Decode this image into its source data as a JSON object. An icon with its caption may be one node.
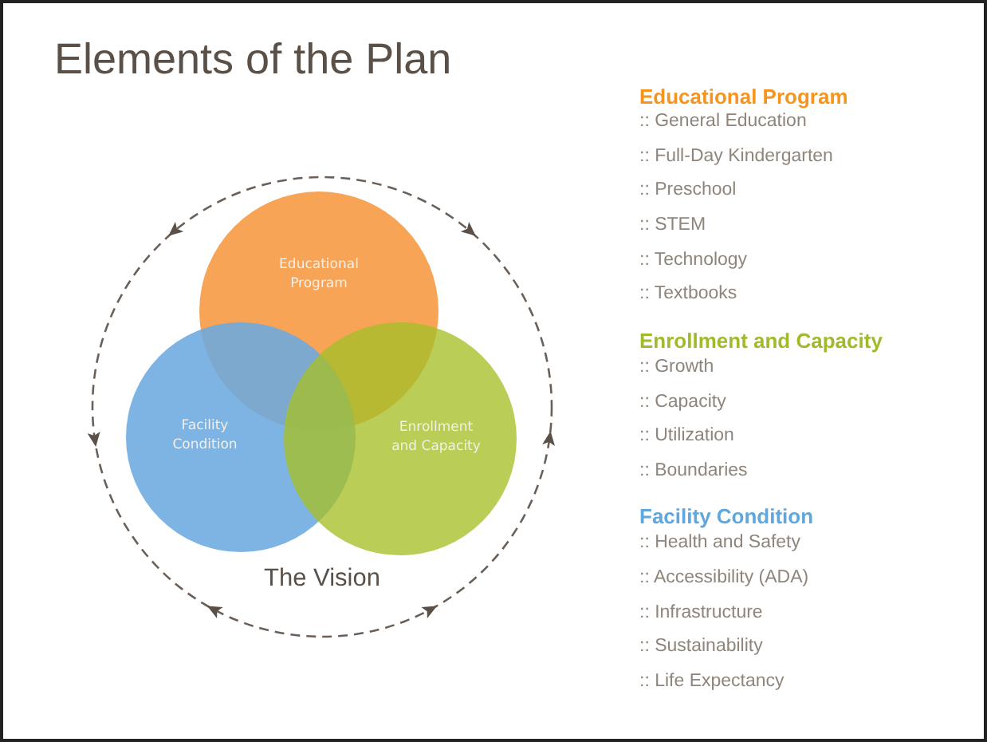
{
  "diagram": {
    "title": "Elements of the Plan",
    "nodes": [
      {
        "text": [
          "The Vision"
        ]
      },
      {
        "text": [
          "Educational Program"
        ],
        "in": 0
      },
      {
        "text": [
          "Facility Condition"
        ],
        "in": 0
      },
      {
        "text": [
          "Enrollment and Capacity"
        ],
        "in": 0
      }
    ],
    "edges": [],
    "labels": [
      "Educational Program",
      ":: General Education",
      ":: Full-Day Kindergarten",
      ":: Preschool",
      ":: STEM",
      ":: Technology",
      ":: Textbooks",
      "Enrollment and Capacity",
      ":: Growth",
      ":: Capacity",
      ":: Utilization",
      ":: Boundaries",
      "Facility Condition",
      ":: Health and Safety",
      ":: Accessibility (ADA)",
      ":: Infrastructure",
      ":: Sustainability",
      ":: Life Expectancy"
    ]
  }
}
